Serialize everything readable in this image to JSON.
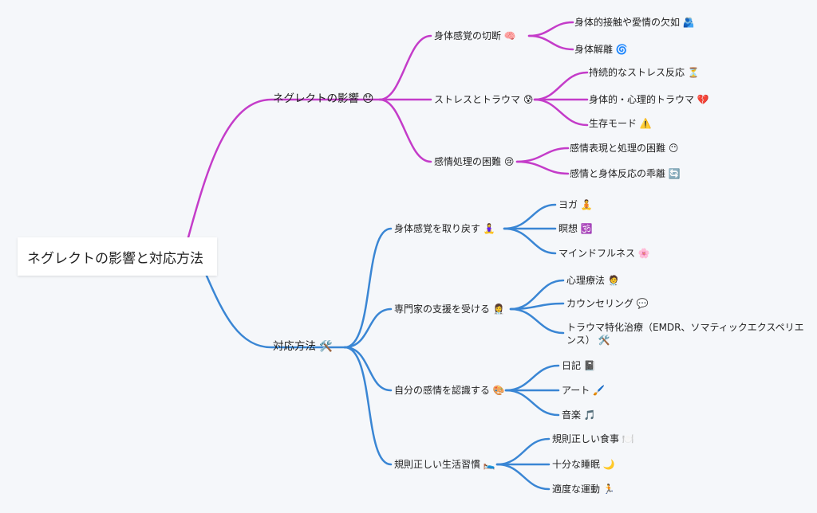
{
  "root": {
    "label": "ネグレクトの影響と対応方法"
  },
  "colors": {
    "impact": "#c43cc9",
    "coping": "#3a86d4"
  },
  "impact": {
    "label": "ネグレクトの影響 😞",
    "children": [
      {
        "label": "身体感覚の切断 🧠",
        "children": [
          {
            "label": "身体的接触や愛情の欠如 🫂"
          },
          {
            "label": "身体解離 🌀"
          }
        ]
      },
      {
        "label": "ストレスとトラウマ 😰",
        "children": [
          {
            "label": "持続的なストレス反応 ⏳"
          },
          {
            "label": "身体的・心理的トラウマ 💔"
          },
          {
            "label": "生存モード ⚠️"
          }
        ]
      },
      {
        "label": "感情処理の困難 😢",
        "children": [
          {
            "label": "感情表現と処理の困難 😶"
          },
          {
            "label": "感情と身体反応の乖離 🔄"
          }
        ]
      }
    ]
  },
  "coping": {
    "label": "対応方法 🛠️",
    "children": [
      {
        "label": "身体感覚を取り戻す 🧘‍♀️",
        "children": [
          {
            "label": "ヨガ 🧘"
          },
          {
            "label": "瞑想 🕉️"
          },
          {
            "label": "マインドフルネス 🌸"
          }
        ]
      },
      {
        "label": "専門家の支援を受ける 👩‍⚕️",
        "children": [
          {
            "label": "心理療法 🧑‍⚕️"
          },
          {
            "label": "カウンセリング 💬"
          },
          {
            "label": "トラウマ特化治療（EMDR、ソマティックエクスペリエンス） 🛠️"
          }
        ]
      },
      {
        "label": "自分の感情を認識する 🎨",
        "children": [
          {
            "label": "日記 📓"
          },
          {
            "label": "アート 🖌️"
          },
          {
            "label": "音楽 🎵"
          }
        ]
      },
      {
        "label": "規則正しい生活習慣 🛌",
        "children": [
          {
            "label": "規則正しい食事 🍽️"
          },
          {
            "label": "十分な睡眠 🌙"
          },
          {
            "label": "適度な運動 🏃"
          }
        ]
      }
    ]
  }
}
